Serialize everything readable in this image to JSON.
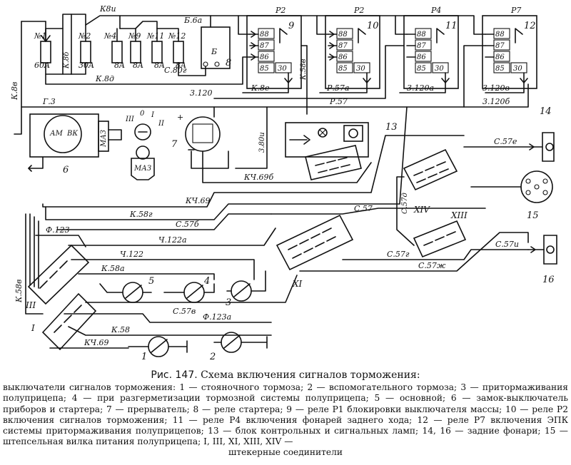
{
  "fuses": [
    {
      "no": "№1",
      "rating": "60A"
    },
    {
      "no": "№2",
      "rating": "30A"
    },
    {
      "no": "№4",
      "rating": "8A"
    },
    {
      "no": "№9",
      "rating": "8A"
    },
    {
      "no": "№11",
      "rating": "8A"
    },
    {
      "no": "№12",
      "rating": "8A"
    }
  ],
  "relays": [
    {
      "name": "Р2",
      "num": "9"
    },
    {
      "name": "Р2",
      "num": "10"
    },
    {
      "name": "Р4",
      "num": "11"
    },
    {
      "name": "Р7",
      "num": "12"
    }
  ],
  "relay_pins": [
    "88",
    "87",
    "86",
    "85",
    "30"
  ],
  "wires": {
    "k8i": "К8и",
    "b6a": "Б.6а",
    "k8b": "К.8б",
    "k8d": "К.8д",
    "k8v": "К.8в",
    "c80g": "С.80г",
    "b": "Б",
    "k58v": "К.58в",
    "z120": "3.120",
    "k8e": "К.8е",
    "r57a": "Р.57а",
    "z120a": "3.120а",
    "z120v": "3.120в",
    "z120b": "3.120б",
    "r57": "Р.57",
    "g3": "Г.3",
    "z80i": "3.80и",
    "kch69b": "КЧ.69б",
    "kch69": "КЧ.69",
    "k58g": "К.58г",
    "c57b": "С.57б",
    "f123": "Ф.123",
    "ch122a": "Ч.122а",
    "ch122": "Ч.122",
    "k58a": "К.58а",
    "c57v": "С.57в",
    "f123a": "Ф.123а",
    "k58": "К.58",
    "kch69l": "КЧ.69",
    "c57": "С.57",
    "c57d": "С.57д",
    "c57e": "С.57е",
    "c57g": "С.57г",
    "c57zh": "С.57ж",
    "c57i": "С.57и",
    "k58v2": "К.58в"
  },
  "switch": {
    "am": "АМ",
    "vk": "ВК",
    "maz": "МАЗ",
    "key_maz": "МАЗ",
    "pos3": "III",
    "pos0": "0",
    "pos1": "I",
    "pos2": "II"
  },
  "numbers": {
    "n1": "1",
    "n2": "2",
    "n3": "3",
    "n4": "4",
    "n5": "5",
    "n6": "6",
    "n7": "7",
    "n8": "8",
    "n13": "13",
    "n14": "14",
    "n15": "15",
    "n16": "16"
  },
  "connectors": {
    "I": "I",
    "III": "III",
    "XI": "XI",
    "XIII": "XIII",
    "XIV": "XIV"
  },
  "caption": {
    "fig": "Рис. 147.",
    "title": "Схема включения сигналов торможения:",
    "text": "выключатели сигналов торможения: 1 — стояночного тормоза; 2 — вспомогательного тормоза; 3 — притормаживания полуприцепа; 4 — при разгерметизации тормозной системы полуприцепа; 5 — основной; 6 — замок-выключатель приборов и стартера; 7 — прерыватель; 8 — реле стартера; 9 — реле Р1 блокировки выключателя массы; 10 — реле Р2 включения сигналов торможения; 11 — реле Р4 включения фонарей заднего хода; 12 — реле Р7 включения ЭПК системы притормаживания полуприцепов; 13 — блок контрольных и сигнальных ламп; 14, 16 — задние фонари; 15 — штепсельная вилка питания полуприцепа; I, III, XI, XIII, XIV —",
    "last": "штекерные соединители"
  }
}
